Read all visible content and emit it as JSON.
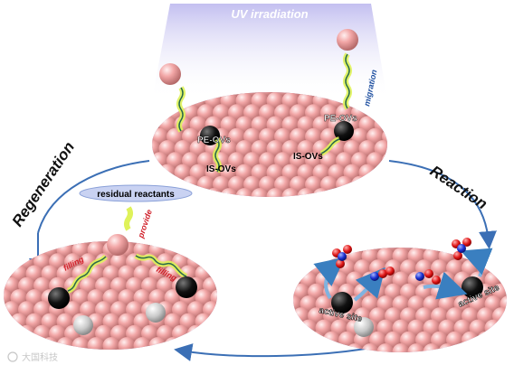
{
  "uv_label": "UV irradiation",
  "stages": {
    "regeneration": "Regeneration",
    "reaction": "Reaction"
  },
  "top_surface": {
    "pe_ovs_left": "PE-OVs",
    "is_ovs_left": "IS-OVs",
    "pe_ovs_right": "PE-OVs",
    "is_ovs_right": "IS-OVs",
    "migration": "migration"
  },
  "left_surface": {
    "residual": "residual reactants",
    "provide": "provide",
    "filling_left": "filling",
    "filling_right": "filling"
  },
  "right_surface": {
    "active_site_left": "active site",
    "active_site_right": "active site"
  },
  "watermark": "大国科技",
  "colors": {
    "ball": "#f2a6a6",
    "ball_shadow": "#c77878",
    "arrow": "#3b6fb5",
    "uv_top": "#c9c6f2",
    "vacancy": "#111111",
    "label_red": "#d0202a",
    "label_blue": "#1e4fa0",
    "wave_yellow": "#dff25a"
  }
}
